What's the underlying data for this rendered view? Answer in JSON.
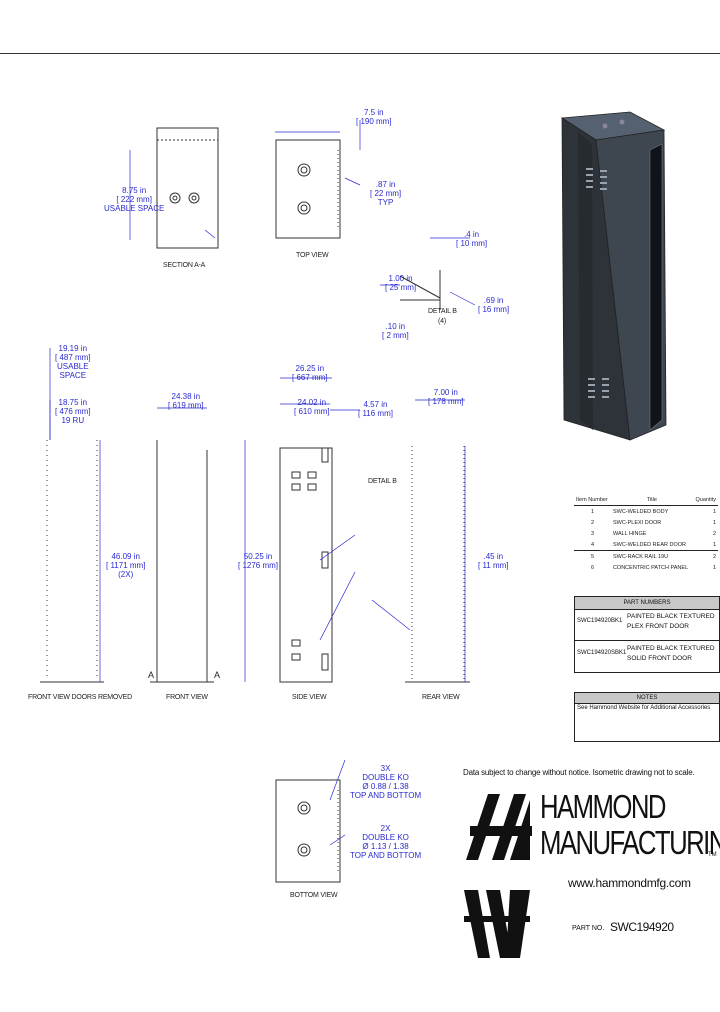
{
  "views": {
    "section_aa": "SECTION A-A",
    "top_view": "TOP VIEW",
    "detail_b": "DETAIL B",
    "detail_b_scale": "(4)",
    "front_view_doors_removed": "FRONT VIEW DOORS REMOVED",
    "front_view": "FRONT VIEW",
    "side_view": "SIDE VIEW",
    "rear_view": "REAR VIEW",
    "bottom_view": "BOTTOM VIEW",
    "detail_b_callout": "DETAIL B",
    "section_a_left": "A",
    "section_a_right": "A"
  },
  "dims": {
    "usable_space_width": [
      "8.75 in",
      "[ 222 mm]",
      "USABLE SPACE"
    ],
    "top_width": [
      "7.5 in",
      "[ 190 mm]"
    ],
    "top_holes": [
      ".87 in",
      "[ 22 mm]",
      "TYP"
    ],
    "detail_small": [
      ".4 in",
      "[ 10 mm]"
    ],
    "detail_gap": [
      "1.00 in",
      "[ 25 mm]"
    ],
    "detail_hole": [
      ".69 in",
      "[ 16 mm]"
    ],
    "detail_side": [
      ".10 in",
      "[ 2 mm]"
    ],
    "usable_space_height": [
      "19.19 in",
      "[ 487 mm]",
      "USABLE",
      "SPACE"
    ],
    "rails": [
      "18.75 in",
      "[ 476 mm]",
      "19 RU"
    ],
    "front_width": [
      "24.38 in",
      "[ 619 mm]"
    ],
    "depth_total": [
      "26.25 in",
      "[ 667 mm]"
    ],
    "depth_a": [
      "24.02 in",
      "[ 610 mm]"
    ],
    "depth_b": [
      "4.57 in",
      "[ 116 mm]"
    ],
    "rear_a": [
      "7.00 in",
      "[ 178 mm]"
    ],
    "height_inner": [
      "46.09 in",
      "[ 1171 mm]",
      "(2X)"
    ],
    "height_side": [
      "50.25 in",
      "[ 1276 mm]"
    ],
    "height_rear": [
      ".45 in",
      "[ 11 mm]"
    ],
    "bottom_a": [
      "3X",
      "DOUBLE KO",
      "Ø 0.88 / 1.38",
      "TOP AND BOTTOM"
    ],
    "bottom_b": [
      "2X",
      "DOUBLE KO",
      "Ø 1.13 / 1.38",
      "TOP AND BOTTOM"
    ]
  },
  "bom": {
    "headers": [
      "Item Number",
      "Title",
      "Quantity"
    ],
    "rows": [
      [
        "1",
        "SWC-WELDED BODY",
        "1"
      ],
      [
        "2",
        "SWC-PLEXI DOOR",
        "1"
      ],
      [
        "3",
        "WALL HINGE",
        "2"
      ],
      [
        "4",
        "SWC-WELDED REAR DOOR",
        "1"
      ],
      [
        "5",
        "SWC-RACK RAIL 19U",
        "2"
      ],
      [
        "6",
        "CONCENTRIC PATCH PANEL",
        "1"
      ]
    ]
  },
  "part_numbers": {
    "title": "PART NUMBERS",
    "rows": [
      [
        "SWC194920BK1",
        "PAINTED BLACK TEXTURED PLEX FRONT DOOR"
      ],
      [
        "SWC194920SBK1",
        "PAINTED BLACK TEXTURED SOLID FRONT DOOR"
      ]
    ]
  },
  "notes": {
    "title": "NOTES",
    "text": "See Hammond Website for Additional Accessories"
  },
  "disclaimer": "Data subject to change without notice. Isometric drawing not to scale.",
  "brand": {
    "line1": "HAMMOND",
    "line2": "MANUFACTURING",
    "tm": "TM",
    "url": "www.hammondmfg.com"
  },
  "part_no": {
    "label": "PART NO.",
    "value": "SWC194920"
  },
  "colors": {
    "dimension": "#2a2ad0",
    "linework": "#333333",
    "cabinet": "#3e4650",
    "cabinet_side": "#2d3339",
    "table_header": "#c8c8c8"
  }
}
